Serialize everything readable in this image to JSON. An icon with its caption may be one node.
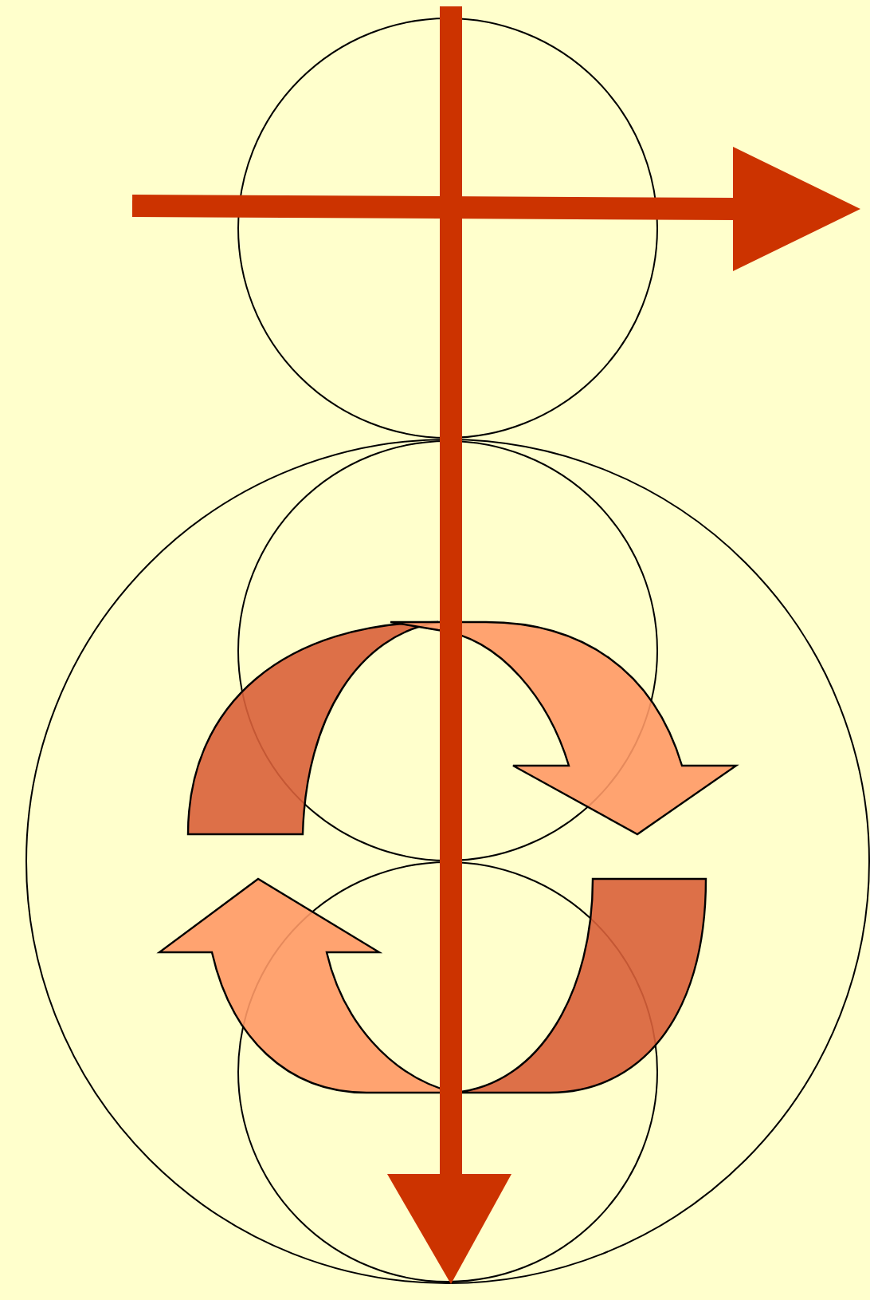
{
  "diagram": {
    "nodes": [
      {
        "text": [],
        "shape": "circle"
      },
      {
        "text": [],
        "shape": "circle"
      },
      {
        "text": [],
        "shape": "circle",
        "in": 1
      },
      {
        "text": [],
        "shape": "circle",
        "in": 1
      }
    ]
  }
}
